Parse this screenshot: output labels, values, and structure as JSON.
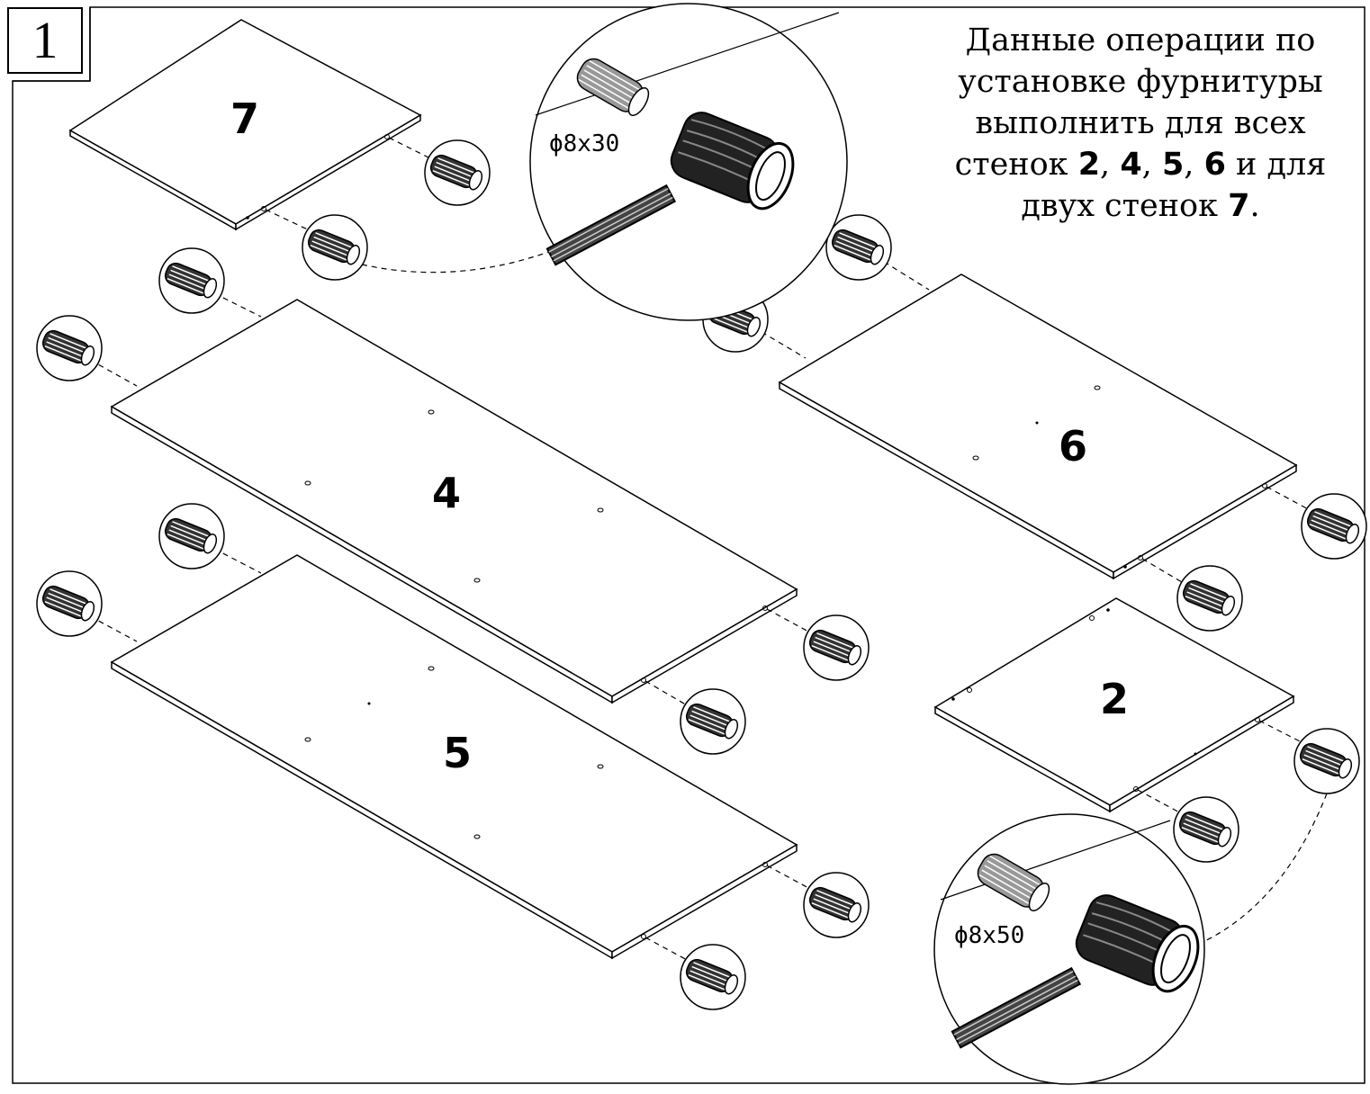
{
  "step_number": "1",
  "instruction": {
    "line1": "Данные операции по",
    "line2": "установке фурнитуры",
    "line3": "выполнить для всех",
    "line4_pre": "стенок ",
    "p2": "2",
    "sep1": ", ",
    "p4": "4",
    "sep2": ", ",
    "p5": "5",
    "sep3": ", ",
    "p6": "6",
    "line4_post": " и для",
    "line5_pre": "двух стенок ",
    "p7": "7",
    "line5_post": "."
  },
  "panels": {
    "p7": "7",
    "p4": "4",
    "p5": "5",
    "p6": "6",
    "p2": "2"
  },
  "callouts": {
    "dowel_small": "ϕ8x30",
    "dowel_large": "ϕ8x50"
  }
}
